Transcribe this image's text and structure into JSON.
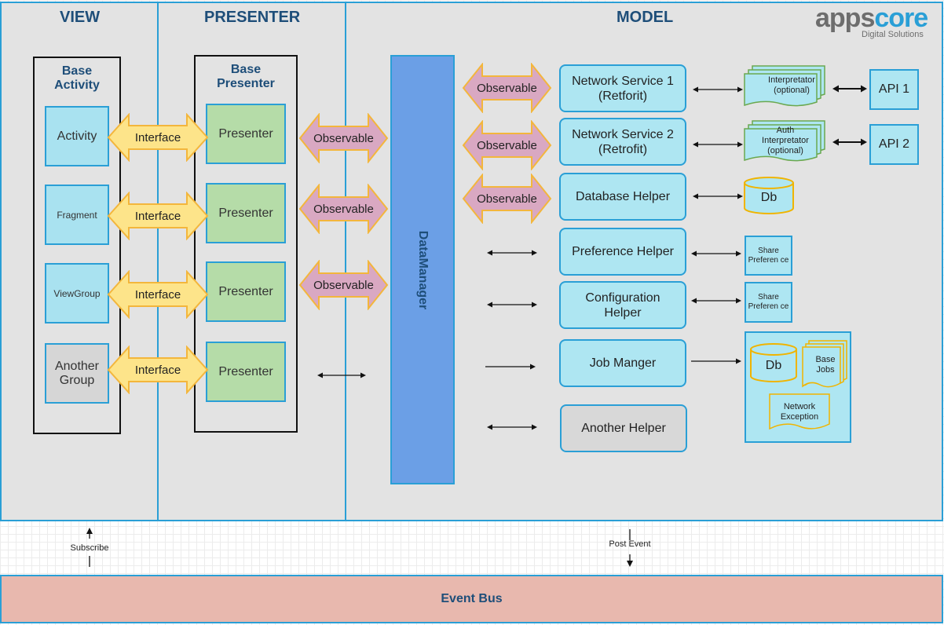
{
  "columns": {
    "view": "VIEW",
    "presenter": "PRESENTER",
    "model": "MODEL"
  },
  "logo": {
    "brand_a": "apps",
    "brand_b": "core",
    "tagline": "Digital Solutions",
    "color_dark": "#6d6d6d",
    "color_blue": "#2a9fd6"
  },
  "view": {
    "title": "Base Activity",
    "items": [
      "Activity",
      "Fragment",
      "ViewGroup",
      "Another Group"
    ]
  },
  "presenter": {
    "title": "Base Presenter",
    "items": [
      "Presenter",
      "Presenter",
      "Presenter",
      "Presenter"
    ]
  },
  "interface_label": "Interface",
  "observable_label": "Observable",
  "datamanager": "DataManager",
  "model": {
    "helpers": [
      "Network Service 1 (Retforit)",
      "Network Service 2 (Retrofit)",
      "Database Helper",
      "Preference Helper",
      "Configuration Helper",
      "Job Manger",
      "Another Helper"
    ],
    "interpretator_1": "Interpretator (optional)",
    "interpretator_2": "Auth Interpretator (optional)",
    "api_1": "API 1",
    "api_2": "API 2",
    "db": "Db",
    "share_1": "Share Preferen ce",
    "share_2": "Share Preferen ce",
    "job_db": "Db",
    "base_jobs": "Base Jobs",
    "network_exception": "Network Exception"
  },
  "subscribe": "Subscribe",
  "post_event": "Post Event",
  "event_bus": "Event Bus",
  "colors": {
    "column_border": "#2a9fd6",
    "interface_fill": "#fde48a",
    "interface_stroke": "#f3b63c",
    "observable_fill": "#d9a8c2",
    "observable_stroke": "#f3b63c",
    "datamanager_fill": "#6b9fe6",
    "helper_fill": "#aee6f2",
    "presenter_fill": "#b5dca8",
    "event_bus_fill": "#e8b8ae",
    "doc_stroke": "#6aa84f",
    "db_stroke": "#f0b400"
  }
}
